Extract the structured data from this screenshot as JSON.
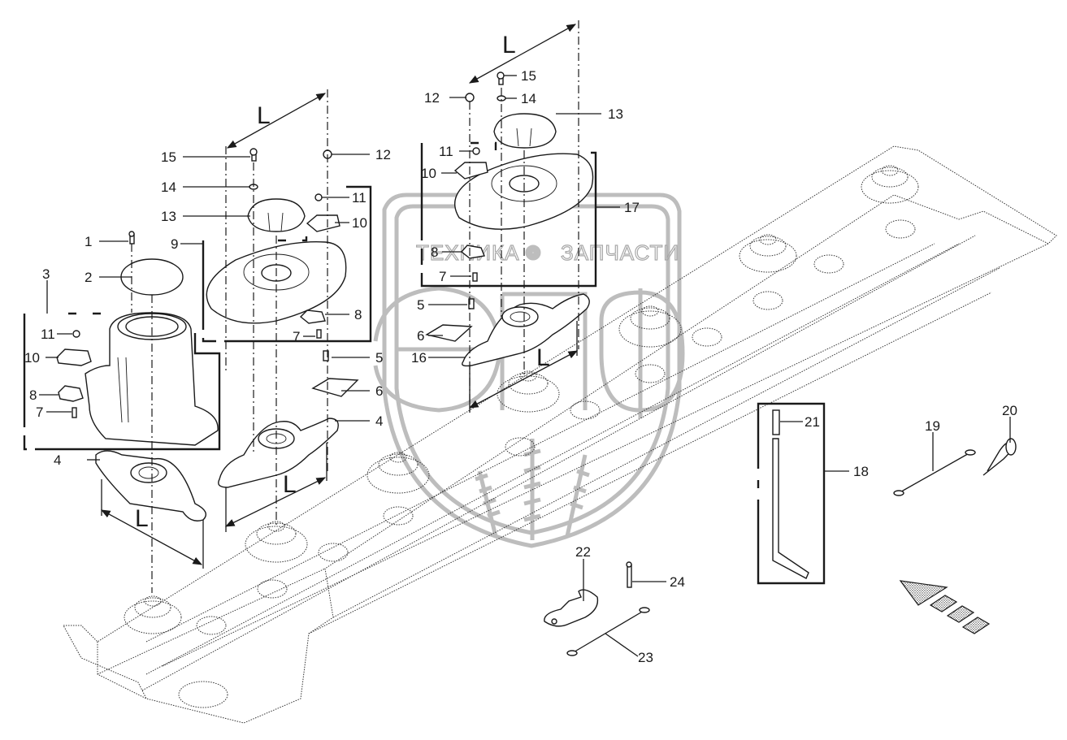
{
  "diagram": {
    "title": "Mower cutter bar – exploded parts view",
    "dimension_label": "L",
    "watermark": {
      "line1_left": "ТЕХНИКА",
      "line1_right": "ЗАПЧАСТИ",
      "logo_letters": "ЭПФ"
    },
    "callouts": [
      {
        "id": "c1",
        "number": "1"
      },
      {
        "id": "c2",
        "number": "2"
      },
      {
        "id": "c3",
        "number": "3"
      },
      {
        "id": "c4a",
        "number": "4"
      },
      {
        "id": "c4b",
        "number": "4"
      },
      {
        "id": "c5a",
        "number": "5"
      },
      {
        "id": "c5b",
        "number": "5"
      },
      {
        "id": "c6a",
        "number": "6"
      },
      {
        "id": "c6b",
        "number": "6"
      },
      {
        "id": "c7a",
        "number": "7"
      },
      {
        "id": "c7b",
        "number": "7"
      },
      {
        "id": "c7c",
        "number": "7"
      },
      {
        "id": "c8a",
        "number": "8"
      },
      {
        "id": "c8b",
        "number": "8"
      },
      {
        "id": "c8c",
        "number": "8"
      },
      {
        "id": "c9",
        "number": "9"
      },
      {
        "id": "c10a",
        "number": "10"
      },
      {
        "id": "c10b",
        "number": "10"
      },
      {
        "id": "c10c",
        "number": "10"
      },
      {
        "id": "c11a",
        "number": "11"
      },
      {
        "id": "c11b",
        "number": "11"
      },
      {
        "id": "c11c",
        "number": "11"
      },
      {
        "id": "c12a",
        "number": "12"
      },
      {
        "id": "c12b",
        "number": "12"
      },
      {
        "id": "c13a",
        "number": "13"
      },
      {
        "id": "c13b",
        "number": "13"
      },
      {
        "id": "c14a",
        "number": "14"
      },
      {
        "id": "c14b",
        "number": "14"
      },
      {
        "id": "c15a",
        "number": "15"
      },
      {
        "id": "c15b",
        "number": "15"
      },
      {
        "id": "c16",
        "number": "16"
      },
      {
        "id": "c17",
        "number": "17"
      },
      {
        "id": "c18",
        "number": "18"
      },
      {
        "id": "c19",
        "number": "19"
      },
      {
        "id": "c20",
        "number": "20"
      },
      {
        "id": "c21",
        "number": "21"
      },
      {
        "id": "c22",
        "number": "22"
      },
      {
        "id": "c23",
        "number": "23"
      },
      {
        "id": "c24",
        "number": "24"
      }
    ],
    "direction_arrow": "direction-of-travel-icon"
  }
}
